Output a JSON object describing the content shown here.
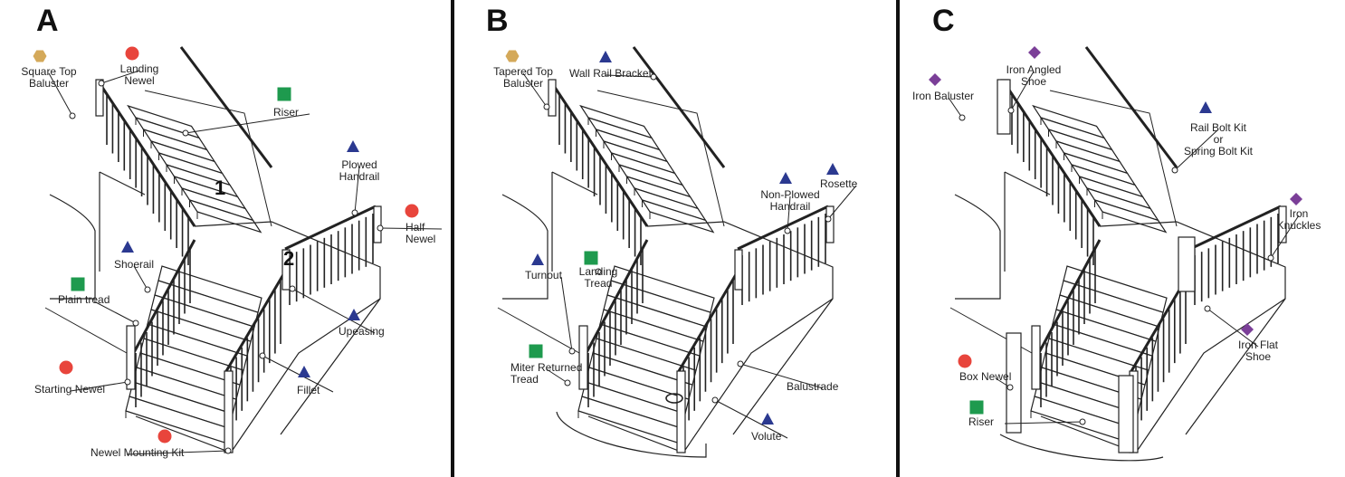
{
  "colors": {
    "hex_gold": "#D4A95A",
    "circle_red": "#E8453C",
    "square_green": "#1E9A4E",
    "triangle_blue": "#2B3990",
    "diamond_purple": "#7B3F98",
    "divider": "#111111"
  },
  "panels": [
    {
      "letter": "A",
      "numbers": [
        "1",
        "2"
      ],
      "labels": [
        {
          "text": "Square Top\nBaluster",
          "marker": "hexagon"
        },
        {
          "text": "Landing\nNewel",
          "marker": "circle"
        },
        {
          "text": "Riser",
          "marker": "square"
        },
        {
          "text": "Plowed\nHandrail",
          "marker": "triangle"
        },
        {
          "text": "Half\nNewel",
          "marker": "circle"
        },
        {
          "text": "Shoerail",
          "marker": "triangle"
        },
        {
          "text": "Plain tread",
          "marker": "square"
        },
        {
          "text": "Upeasing",
          "marker": "triangle"
        },
        {
          "text": "Starting Newel",
          "marker": "circle"
        },
        {
          "text": "Fillet",
          "marker": "triangle"
        },
        {
          "text": "Newel Mounting Kit",
          "marker": "circle"
        }
      ]
    },
    {
      "letter": "B",
      "labels": [
        {
          "text": "Tapered Top\nBaluster",
          "marker": "hexagon"
        },
        {
          "text": "Wall Rail Bracket",
          "marker": "triangle"
        },
        {
          "text": "Non-Plowed\nHandrail",
          "marker": "triangle"
        },
        {
          "text": "Rosette",
          "marker": "triangle"
        },
        {
          "text": "Turnout",
          "marker": "triangle"
        },
        {
          "text": "Landing\nTread",
          "marker": "square"
        },
        {
          "text": "Miter Returned\nTread",
          "marker": "square"
        },
        {
          "text": "Balustrade",
          "marker": "none"
        },
        {
          "text": "Volute",
          "marker": "triangle"
        }
      ]
    },
    {
      "letter": "C",
      "labels": [
        {
          "text": "Iron Baluster",
          "marker": "diamond"
        },
        {
          "text": "Iron Angled\nShoe",
          "marker": "diamond"
        },
        {
          "text": "Rail Bolt Kit\nor\nSpring Bolt Kit",
          "marker": "triangle"
        },
        {
          "text": "Iron\nKnuckles",
          "marker": "diamond"
        },
        {
          "text": "Iron Flat\nShoe",
          "marker": "diamond"
        },
        {
          "text": "Box Newel",
          "marker": "circle"
        },
        {
          "text": "Riser",
          "marker": "square"
        }
      ]
    }
  ]
}
